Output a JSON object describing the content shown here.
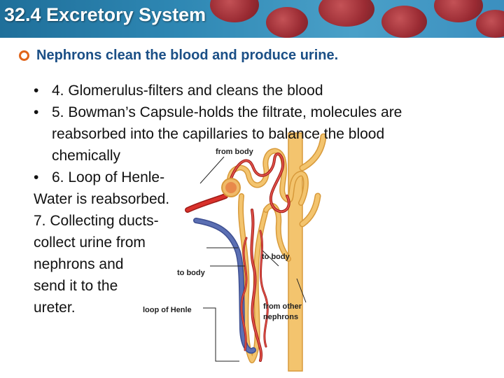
{
  "header": {
    "title": "32.4 Excretory System"
  },
  "subtitle": "Nephrons clean the blood and produce urine.",
  "content": {
    "item4": "4. Glomerulus-filters and cleans the blood",
    "item5_line1": "5. Bowman’s Capsule-holds the filtrate, molecules are",
    "item5_line2": "reabsorbed into the capillaries to balance the blood",
    "item5_line3": "chemically",
    "item6_line1": "6. Loop of Henle-",
    "item6_line2": "Water is reabsorbed.",
    "item7_line1": "7. Collecting ducts-",
    "item7_line2": "collect urine from",
    "item7_line3": "nephrons and",
    "item7_line4": "send it to the",
    "item7_line5": "ureter."
  },
  "diagram_labels": {
    "from_body": "from body",
    "to_body_right": "to body",
    "to_body_left": "to body",
    "loop_of_henle": "loop of Henle",
    "from_other_nephrons_1": "from other",
    "from_other_nephrons_2": "nephrons"
  },
  "colors": {
    "banner": "#2e87b3",
    "subtitle": "#1b4f86",
    "bullet": "#e0641a",
    "artery": "#d9312b",
    "vein": "#5b6fb3",
    "tubule": "#f3c46e"
  }
}
